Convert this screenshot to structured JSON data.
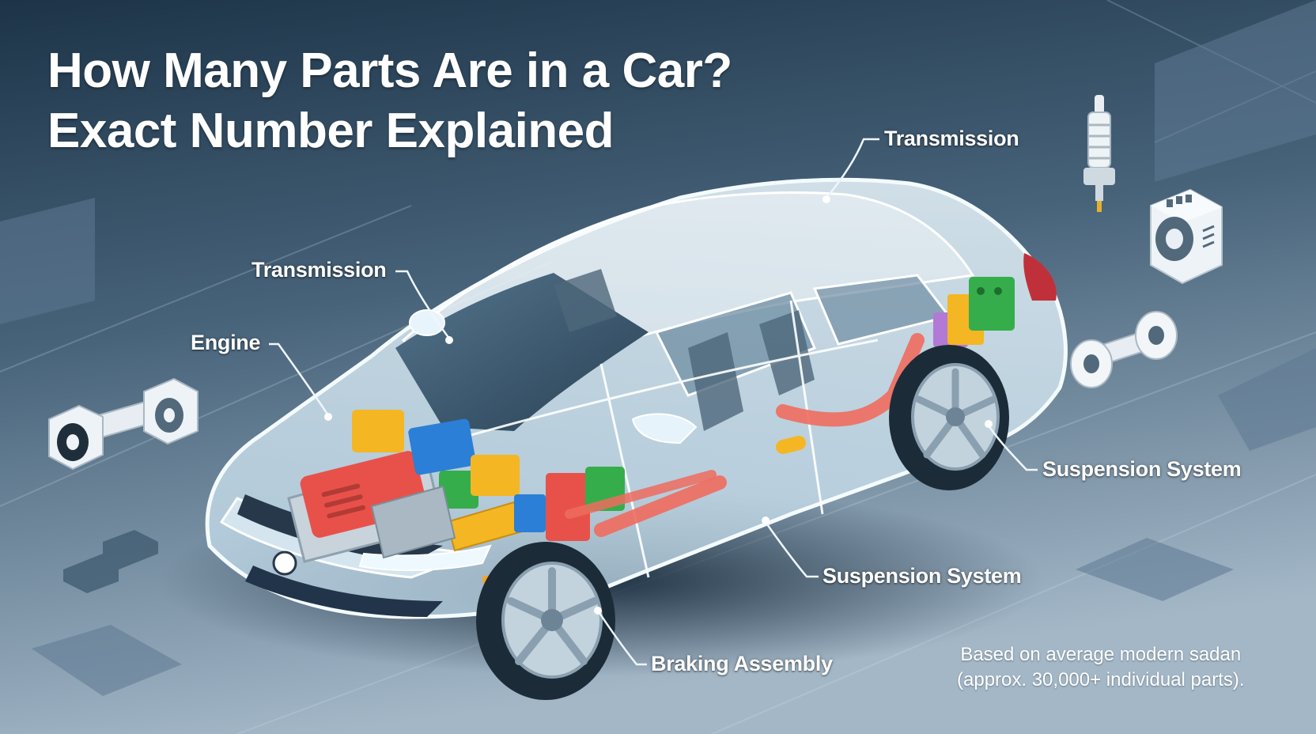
{
  "title": {
    "line1": "How Many Parts Are in a Car?",
    "line2": "Exact Number Explained"
  },
  "labels": {
    "transmission_top": "Transmission",
    "transmission_left": "Transmission",
    "engine": "Engine",
    "suspension_right": "Suspension System",
    "suspension_bottom": "Suspension System",
    "braking": "Braking Assembly"
  },
  "footnote": {
    "line1": "Based on average modern sadan",
    "line2": "(approx. 30,000+ individual parts)."
  },
  "icons": [
    "spark-plug-icon",
    "sensor-cube-icon",
    "connector-bolt-icon",
    "bushing-icon",
    "bracket-icon"
  ],
  "colors": {
    "background_dark": "#1d3448",
    "background_light": "#a3b7c7",
    "car_glass": "#dcecf5",
    "block_red": "#e8514a",
    "block_blue": "#2b7fd6",
    "block_green": "#35ad4b",
    "block_yellow": "#f4b623",
    "block_purple": "#b27ad6",
    "pipe_salmon": "#ef6b5e"
  }
}
